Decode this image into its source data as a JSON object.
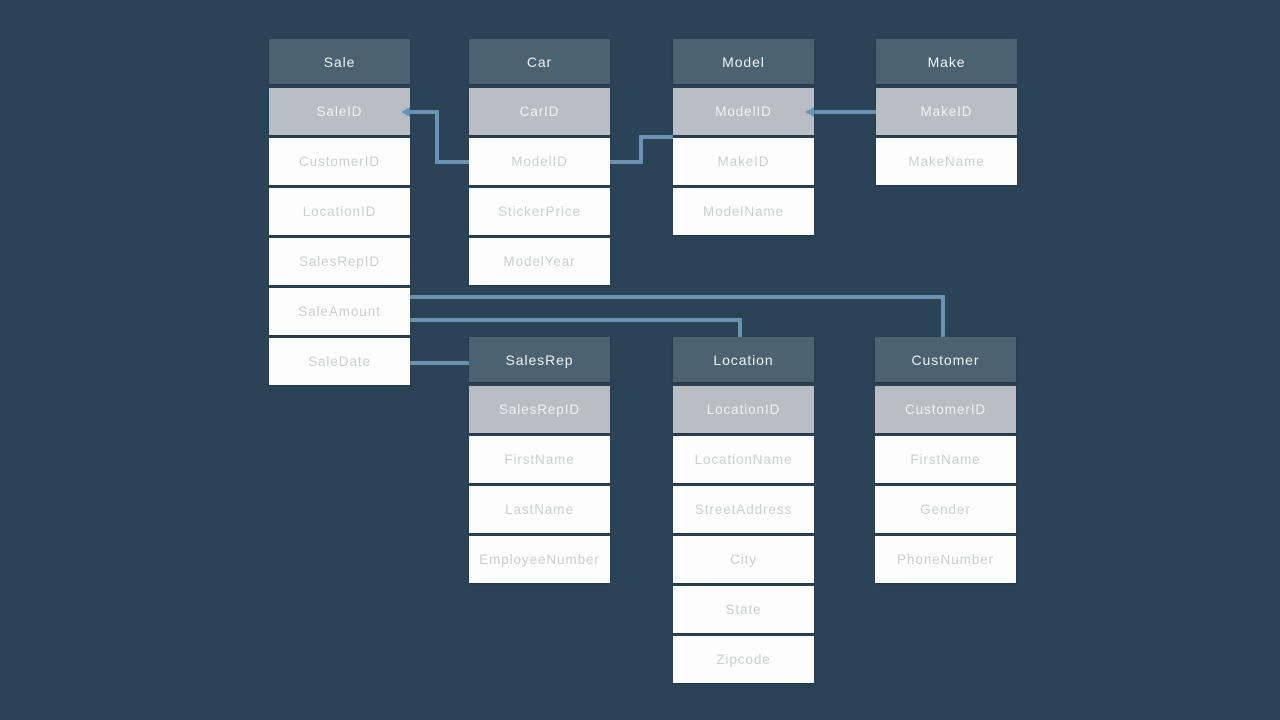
{
  "colors": {
    "bg": "#2A4357",
    "header-bg": "#4B6370",
    "header-text": "#EDF1F3",
    "key-bg": "#B9BEC4",
    "key-text": "#EFF1F3",
    "row-bg": "#FDFDFD",
    "row-text": "#CBCFD3",
    "line": "#6B93B4"
  },
  "tables": [
    {
      "title": "Sale",
      "key_field": "SaleID",
      "fields": [
        "SaleID",
        "CustomerID",
        "LocationID",
        "SalesRepID",
        "SaleAmount",
        "SaleDate"
      ]
    },
    {
      "title": "Car",
      "key_field": "CarID",
      "fields": [
        "CarID",
        "ModelID",
        "StickerPrice",
        "ModelYear"
      ]
    },
    {
      "title": "Model",
      "key_field": "ModelID",
      "fields": [
        "ModelID",
        "MakeID",
        "ModelName"
      ]
    },
    {
      "title": "Make",
      "key_field": "MakeID",
      "fields": [
        "MakeID",
        "MakeName"
      ]
    },
    {
      "title": "SalesRep",
      "key_field": "SalesRepID",
      "fields": [
        "SalesRepID",
        "FirstName",
        "LastName",
        "EmployeeNumber"
      ]
    },
    {
      "title": "Location",
      "key_field": "LocationID",
      "fields": [
        "LocationID",
        "LocationName",
        "StreetAddress",
        "City",
        "State",
        "Zipcode"
      ]
    },
    {
      "title": "Customer",
      "key_field": "CustomerID",
      "fields": [
        "CustomerID",
        "FirstName",
        "Gender",
        "PhoneNumber"
      ]
    }
  ],
  "relationships": [
    {
      "from": "Sale.SaleID",
      "to": "Car.ModelID"
    },
    {
      "from": "Car.ModelID",
      "to": "Model.ModelID"
    },
    {
      "from": "Model.ModelID",
      "to": "Make.MakeID"
    },
    {
      "from": "Sale.SaleAmount",
      "to": "Customer"
    },
    {
      "from": "Sale.SaleAmount",
      "to": "Location"
    },
    {
      "from": "Sale.SaleDate",
      "to": "SalesRep"
    }
  ]
}
